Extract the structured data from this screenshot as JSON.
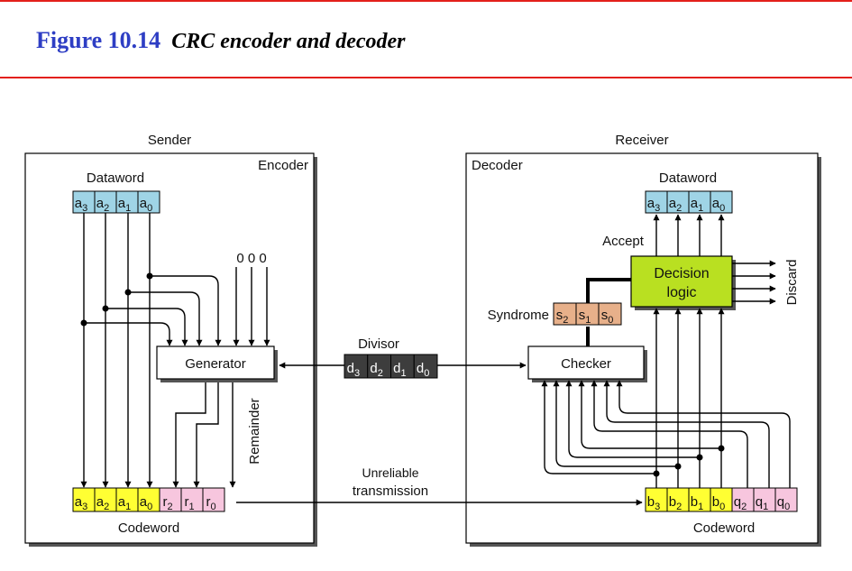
{
  "figure": {
    "number": "Figure 10.14",
    "caption": "CRC encoder and decoder"
  },
  "sender": {
    "label": "Sender",
    "box_label": "Encoder",
    "dataword_label": "Dataword",
    "dataword_bits": [
      {
        "base": "a",
        "sub": "3"
      },
      {
        "base": "a",
        "sub": "2"
      },
      {
        "base": "a",
        "sub": "1"
      },
      {
        "base": "a",
        "sub": "0"
      }
    ],
    "zeros": "0 0 0",
    "generator_label": "Generator",
    "remainder_label": "Remainder",
    "codeword_label": "Codeword",
    "codeword_bits": [
      {
        "base": "a",
        "sub": "3"
      },
      {
        "base": "a",
        "sub": "2"
      },
      {
        "base": "a",
        "sub": "1"
      },
      {
        "base": "a",
        "sub": "0"
      },
      {
        "base": "r",
        "sub": "2"
      },
      {
        "base": "r",
        "sub": "1"
      },
      {
        "base": "r",
        "sub": "0"
      }
    ]
  },
  "channel": {
    "divisor_label": "Divisor",
    "divisor_bits": [
      {
        "base": "d",
        "sub": "3"
      },
      {
        "base": "d",
        "sub": "2"
      },
      {
        "base": "d",
        "sub": "1"
      },
      {
        "base": "d",
        "sub": "0"
      }
    ],
    "transmission_line1": "Unreliable",
    "transmission_line2": "transmission"
  },
  "receiver": {
    "label": "Receiver",
    "box_label": "Decoder",
    "dataword_label": "Dataword",
    "dataword_bits": [
      {
        "base": "a",
        "sub": "3"
      },
      {
        "base": "a",
        "sub": "2"
      },
      {
        "base": "a",
        "sub": "1"
      },
      {
        "base": "a",
        "sub": "0"
      }
    ],
    "accept_label": "Accept",
    "decision_line1": "Decision",
    "decision_line2": "logic",
    "discard_label": "Discard",
    "syndrome_label": "Syndrome",
    "syndrome_bits": [
      {
        "base": "s",
        "sub": "2"
      },
      {
        "base": "s",
        "sub": "1"
      },
      {
        "base": "s",
        "sub": "0"
      }
    ],
    "checker_label": "Checker",
    "codeword_label": "Codeword",
    "codeword_bits": [
      {
        "base": "b",
        "sub": "3"
      },
      {
        "base": "b",
        "sub": "2"
      },
      {
        "base": "b",
        "sub": "1"
      },
      {
        "base": "b",
        "sub": "0"
      },
      {
        "base": "q",
        "sub": "2"
      },
      {
        "base": "q",
        "sub": "1"
      },
      {
        "base": "q",
        "sub": "0"
      }
    ]
  },
  "colors": {
    "dataword": "#9fd4e6",
    "codeword_data": "#ffff33",
    "codeword_check": "#f7c6de",
    "divisor": "#3d3d3d",
    "syndrome": "#e7b08a",
    "decision": "#b9e021",
    "title_blue": "#2e3ec4",
    "rule_red": "#e3201b"
  }
}
